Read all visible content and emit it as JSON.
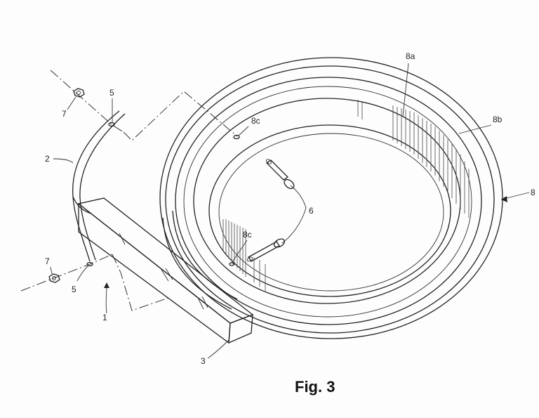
{
  "figure": {
    "caption": "Fig. 3",
    "labels": {
      "l8a": "8a",
      "l8b": "8b",
      "l8": "8",
      "l8c_top": "8c",
      "l8c_bottom": "8c",
      "l6": "6",
      "l5_top": "5",
      "l5_bottom": "5",
      "l7_top": "7",
      "l7_bottom": "7",
      "l2": "2",
      "l1": "1",
      "l3": "3"
    }
  }
}
